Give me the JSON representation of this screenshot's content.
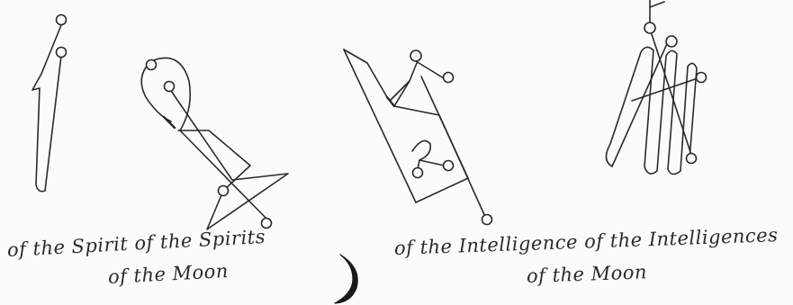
{
  "captions": {
    "spirit_line1": "of the Spirit of the Spirits",
    "spirit_line2": "of the Moon",
    "intelligence_line1": "of the Intelligence of the Intelligences",
    "intelligence_line2": "of the Moon"
  },
  "symbols": {
    "center": "moon-crescent"
  },
  "colors": {
    "ink": "#2a2a2a",
    "paper": "#fbfbfa"
  }
}
